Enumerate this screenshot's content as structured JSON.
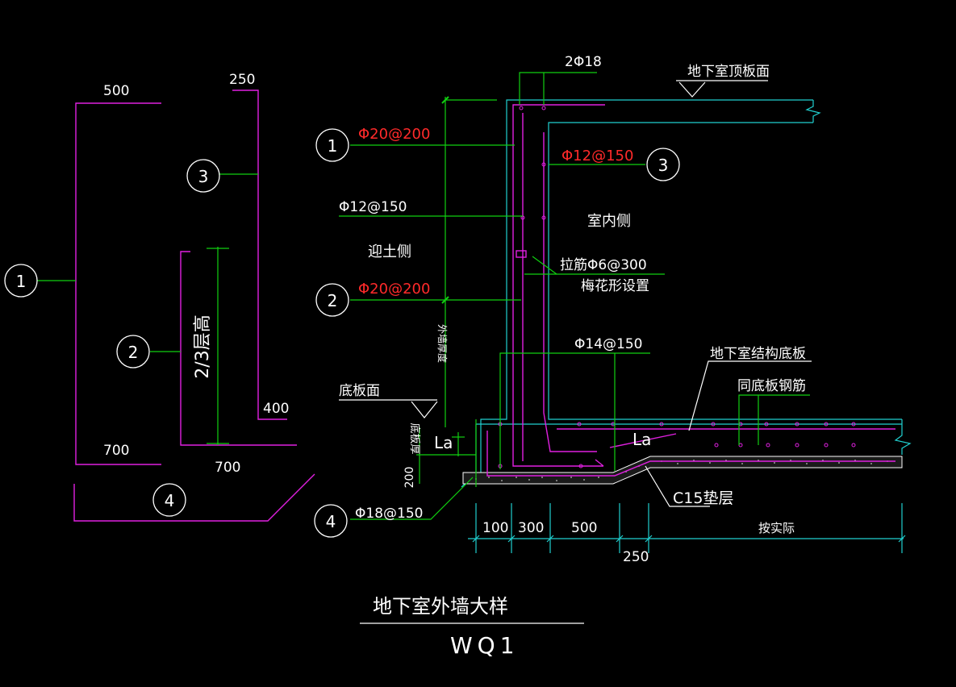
{
  "left_detail": {
    "dims": {
      "d500": "500",
      "d250": "250",
      "d400": "400",
      "d700a": "700",
      "d700b": "700"
    },
    "height_label": "2/3层高",
    "callouts": [
      "1",
      "2",
      "3",
      "4"
    ]
  },
  "section": {
    "top_bars": "2Φ18",
    "roof_slab_label": "地下室顶板面",
    "bar1_label": "Φ20@200",
    "bar3_label": "Φ12@150",
    "bar_mid_label": "Φ12@150",
    "soil_side": "迎土侧",
    "indoor_side": "室内侧",
    "tie_bars": "拉筋Φ6@300",
    "tie_pattern": "梅花形设置",
    "bar2_label": "Φ20@200",
    "wall_thickness": "外墙厚度",
    "bar14_label": "Φ14@150",
    "base_slab_label": "地下室结构底板",
    "same_rebar": "同底板钢筋",
    "slab_face": "底板面",
    "slab_thick": "底板厚",
    "la_left": "La",
    "la_right": "La",
    "d200": "200",
    "bar4_label": "Φ18@150",
    "cushion": "C15垫层",
    "dims": {
      "d100": "100",
      "d300": "300",
      "d500": "500",
      "d250": "250",
      "per_actual": "按实际"
    },
    "callouts": [
      "1",
      "2",
      "3",
      "4"
    ]
  },
  "title": {
    "main": "地下室外墙大样",
    "code": "WQ1"
  },
  "colors": {
    "wall_lines": "#20d0d0",
    "rebar": "#e020e0",
    "leaders": "#10d010",
    "highlight_text": "#ff2a2a"
  }
}
